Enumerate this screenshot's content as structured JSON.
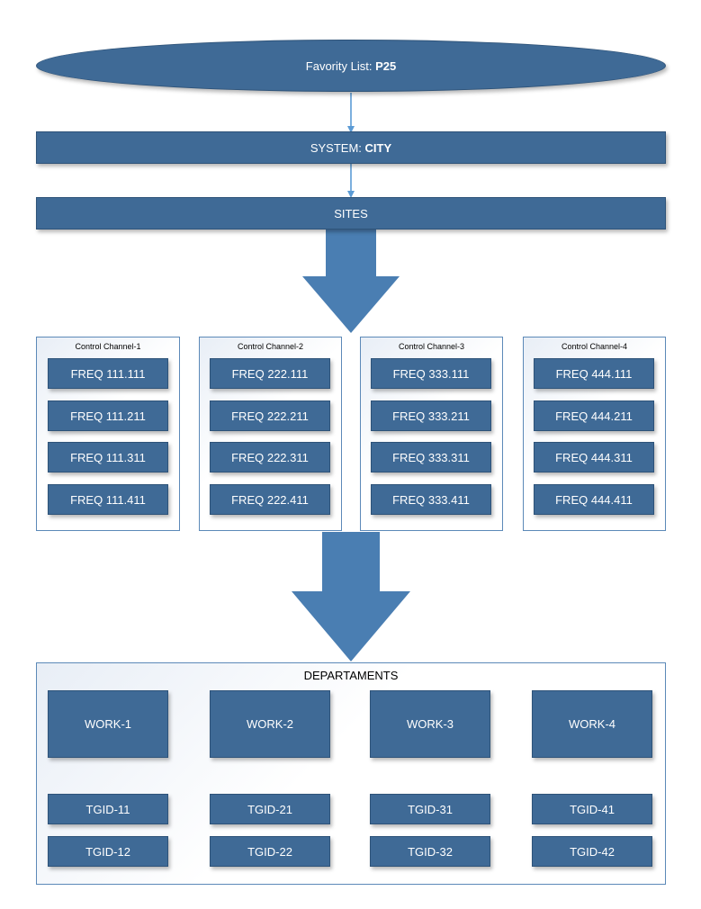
{
  "favorite_list": {
    "prefix": "Favority List: ",
    "value": "P25"
  },
  "system": {
    "prefix": "SYSTEM: ",
    "value": "CITY"
  },
  "sites": {
    "label": "SITES"
  },
  "control_channels": [
    {
      "title": "Control Channel-1",
      "freqs": [
        "FREQ 111.111",
        "FREQ 111.211",
        "FREQ 111.311",
        "FREQ 111.411"
      ]
    },
    {
      "title": "Control Channel-2",
      "freqs": [
        "FREQ 222.111",
        "FREQ 222.211",
        "FREQ 222.311",
        "FREQ 222.411"
      ]
    },
    {
      "title": "Control Channel-3",
      "freqs": [
        "FREQ 333.111",
        "FREQ 333.211",
        "FREQ 333.311",
        "FREQ 333.411"
      ]
    },
    {
      "title": "Control Channel-4",
      "freqs": [
        "FREQ 444.111",
        "FREQ 444.211",
        "FREQ 444.311",
        "FREQ 444.411"
      ]
    }
  ],
  "departments": {
    "title": "DEPARTAMENTS",
    "works": [
      {
        "label": "WORK-1",
        "tgids": [
          "TGID-11",
          "TGID-12"
        ]
      },
      {
        "label": "WORK-2",
        "tgids": [
          "TGID-21",
          "TGID-22"
        ]
      },
      {
        "label": "WORK-3",
        "tgids": [
          "TGID-31",
          "TGID-32"
        ]
      },
      {
        "label": "WORK-4",
        "tgids": [
          "TGID-41",
          "TGID-42"
        ]
      }
    ]
  },
  "colors": {
    "box_fill": "#3f6a96",
    "arrow_fill": "#4a7eb2",
    "connector": "#5b9bd5",
    "group_border": "#5c89b8"
  }
}
